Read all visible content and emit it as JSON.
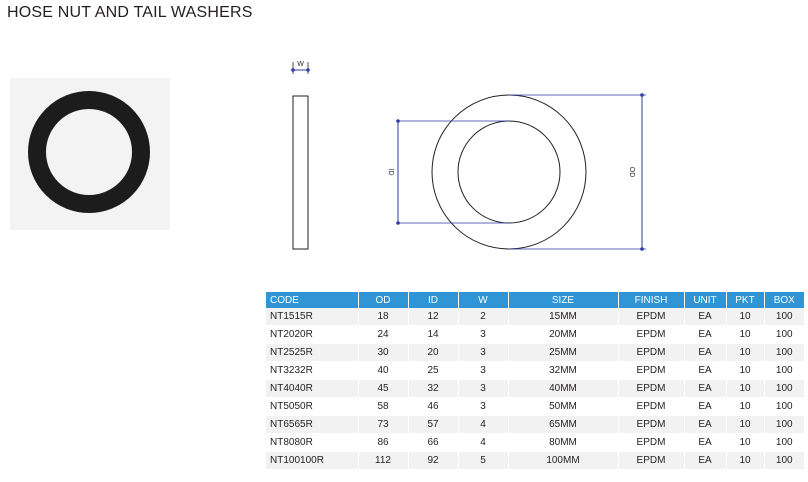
{
  "page": {
    "title": "HOSE NUT AND TAIL WASHERS"
  },
  "drawing": {
    "w_label": "W",
    "id_label": "ID",
    "od_label": "OD"
  },
  "table": {
    "headers": [
      "CODE",
      "OD",
      "ID",
      "W",
      "SIZE",
      "FINISH",
      "UNIT",
      "PKT",
      "BOX"
    ],
    "rows": [
      [
        "NT1515R",
        "18",
        "12",
        "2",
        "15MM",
        "EPDM",
        "EA",
        "10",
        "100"
      ],
      [
        "NT2020R",
        "24",
        "14",
        "3",
        "20MM",
        "EPDM",
        "EA",
        "10",
        "100"
      ],
      [
        "NT2525R",
        "30",
        "20",
        "3",
        "25MM",
        "EPDM",
        "EA",
        "10",
        "100"
      ],
      [
        "NT3232R",
        "40",
        "25",
        "3",
        "32MM",
        "EPDM",
        "EA",
        "10",
        "100"
      ],
      [
        "NT4040R",
        "45",
        "32",
        "3",
        "40MM",
        "EPDM",
        "EA",
        "10",
        "100"
      ],
      [
        "NT5050R",
        "58",
        "46",
        "3",
        "50MM",
        "EPDM",
        "EA",
        "10",
        "100"
      ],
      [
        "NT6565R",
        "73",
        "57",
        "4",
        "65MM",
        "EPDM",
        "EA",
        "10",
        "100"
      ],
      [
        "NT8080R",
        "86",
        "66",
        "4",
        "80MM",
        "EPDM",
        "EA",
        "10",
        "100"
      ],
      [
        "NT100100R",
        "112",
        "92",
        "5",
        "100MM",
        "EPDM",
        "EA",
        "10",
        "100"
      ]
    ]
  },
  "colors": {
    "header_bg": "#2f95d5",
    "dimension_line": "#2f3aa6",
    "row_alt": "#f2f2f2"
  }
}
